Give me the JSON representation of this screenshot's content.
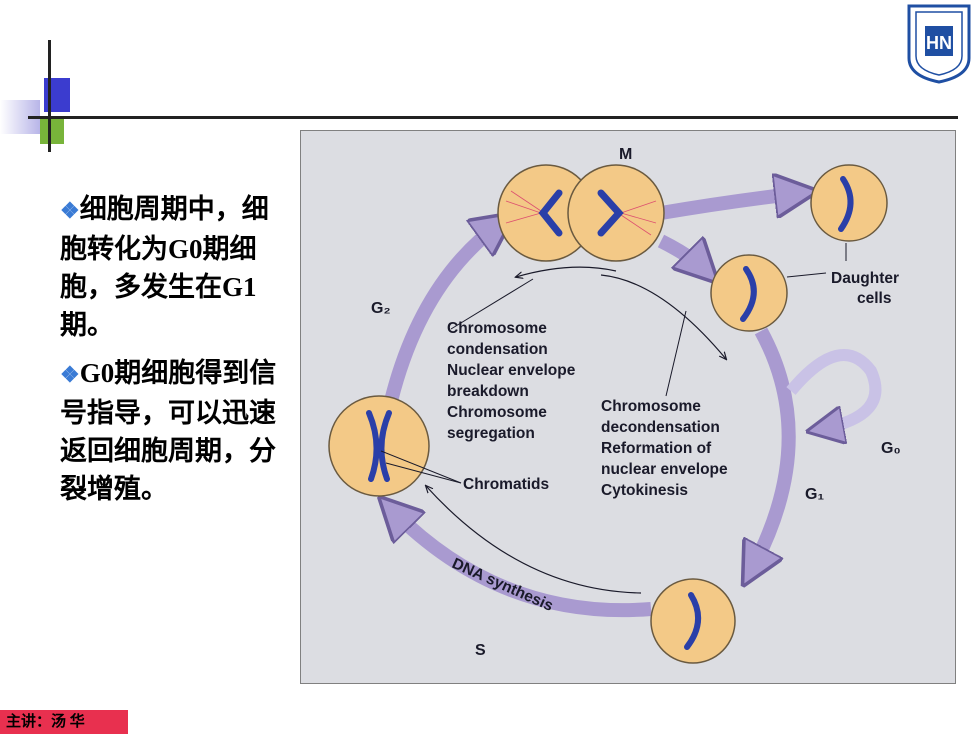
{
  "slide": {
    "bullets": [
      {
        "icon": "diamond-bullet-icon",
        "text": "细胞周期中，细胞转化为G0期细胞，多发生在G1期。"
      },
      {
        "icon": "diamond-bullet-icon",
        "text": "G0期细胞得到信号指导，可以迅速返回细胞周期，分裂增殖。"
      }
    ],
    "footer": "主讲：汤 华",
    "logo": {
      "icon": "university-seal-icon",
      "text": "HN",
      "accent": "#1f4fa3"
    }
  },
  "figure": {
    "stages": {
      "m": "M",
      "g2": "G₂",
      "g1": "G₁",
      "g0": "G₀",
      "s": "S"
    },
    "labels": {
      "daughter": [
        "Daughter",
        "cells"
      ],
      "m_events_left": [
        "Chromosome",
        "condensation",
        "Nuclear envelope",
        "breakdown",
        "Chromosome",
        "segregation"
      ],
      "m_events_right": [
        "Chromosome",
        "decondensation",
        "Reformation of",
        "nuclear envelope",
        "Cytokinesis"
      ],
      "chromatids": "Chromatids",
      "dna_synthesis": "DNA synthesis"
    },
    "colors": {
      "cell": "#f3c987",
      "cell_edge": "#6a5a40",
      "chromosome": "#2a3fa8",
      "arrow": "#a99ad0",
      "spindle": "#d8336a"
    }
  }
}
